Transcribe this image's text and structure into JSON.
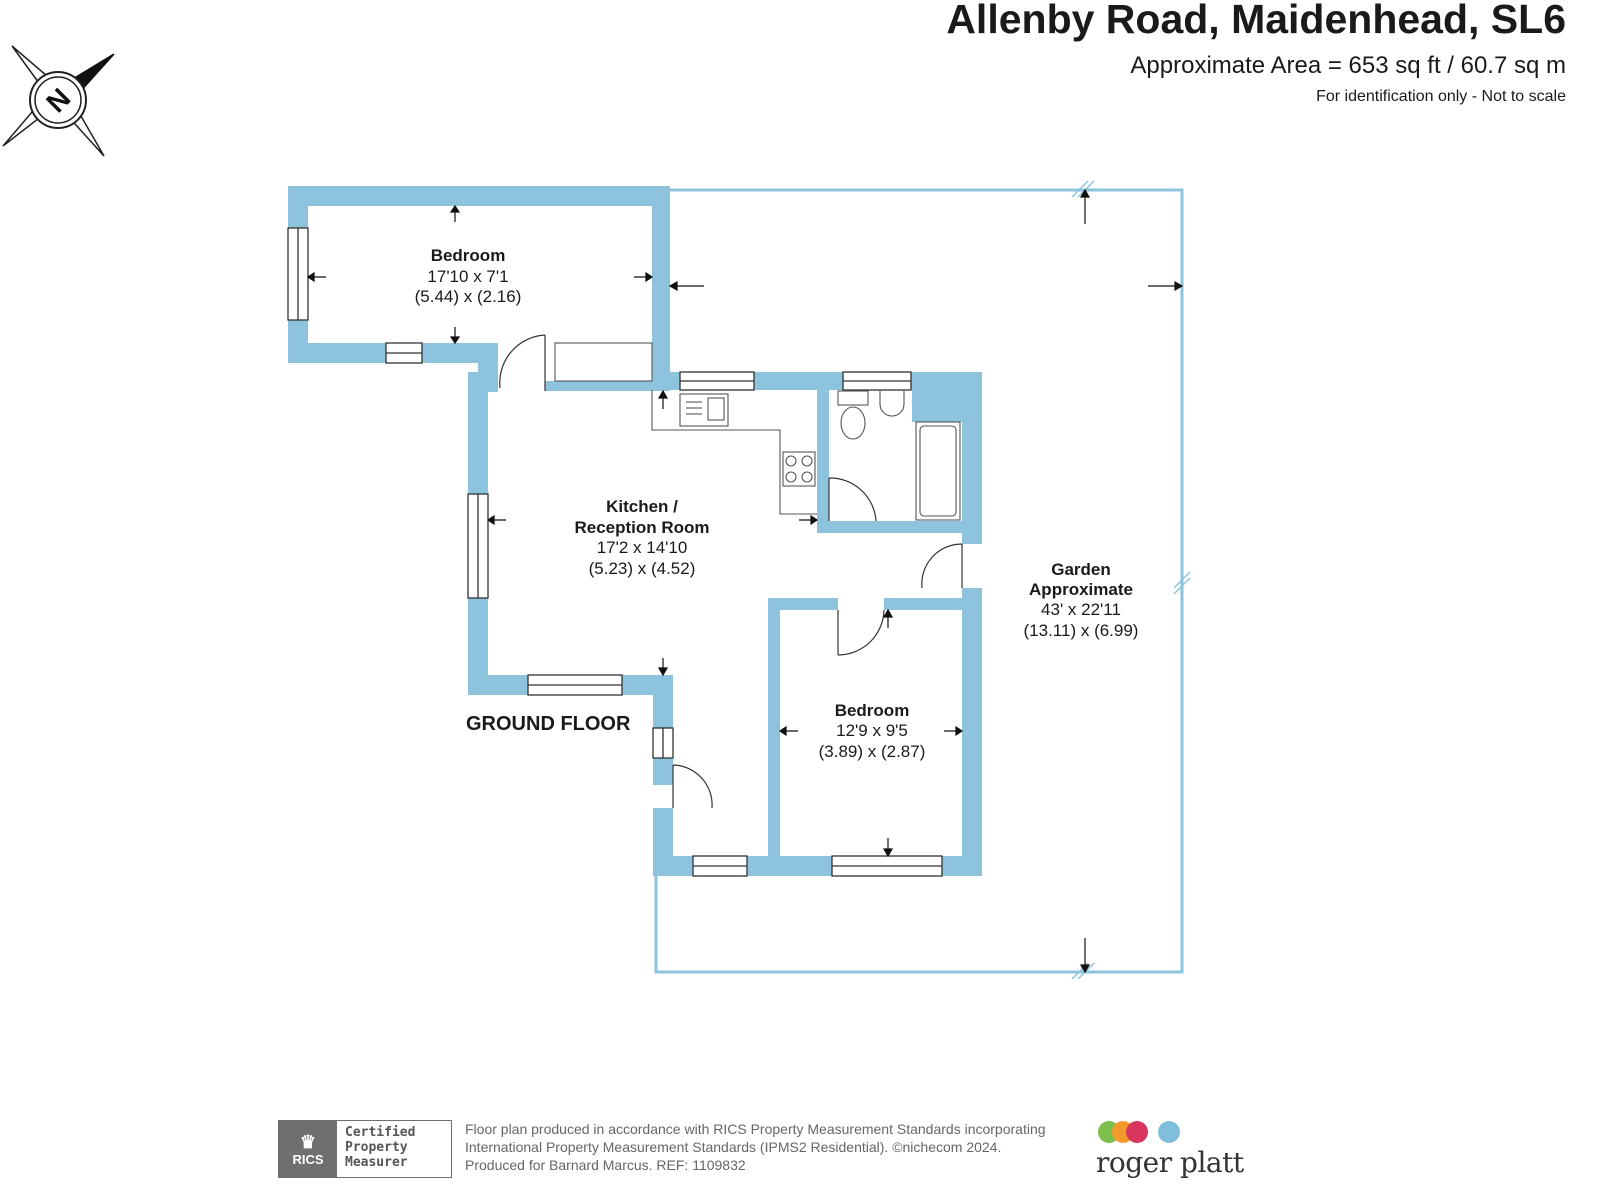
{
  "header": {
    "title": "Allenby Road, Maidenhead, SL6",
    "area": "Approximate Area = 653 sq ft / 60.7 sq m",
    "note": "For identification only - Not to scale"
  },
  "compass": {
    "letter": "N"
  },
  "colors": {
    "wall": "#8dc3dc",
    "text": "#1a1a1a",
    "footer_grey": "#6f6f6f"
  },
  "floor_label": "GROUND FLOOR",
  "rooms": {
    "bedroom1": {
      "name": "Bedroom",
      "imperial": "17'10 x 7'1",
      "metric": "(5.44) x (2.16)"
    },
    "kitchen": {
      "name_line1": "Kitchen /",
      "name_line2": "Reception Room",
      "imperial": "17'2 x 14'10",
      "metric": "(5.23) x (4.52)"
    },
    "bedroom2": {
      "name": "Bedroom",
      "imperial": "12'9 x 9'5",
      "metric": "(3.89) x (2.87)"
    },
    "garden": {
      "name_line1": "Garden",
      "name_line2": "Approximate",
      "imperial": "43' x 22'11",
      "metric": "(13.11) x (6.99)"
    }
  },
  "footer": {
    "rics_logo": "RICS",
    "rics_line1": "Certified",
    "rics_line2": "Property",
    "rics_line3": "Measurer",
    "text_line1": "Floor plan produced in accordance with RICS Property Measurement Standards incorporating",
    "text_line2": "International Property Measurement Standards (IPMS2 Residential).   ©nichecom 2024.",
    "text_line3": "Produced for Barnard Marcus.    REF:  1109832",
    "brand": "roger platt",
    "brand_dots": [
      "#7cbf4a",
      "#f39a2b",
      "#d8365f",
      "#7fbfdc"
    ]
  }
}
